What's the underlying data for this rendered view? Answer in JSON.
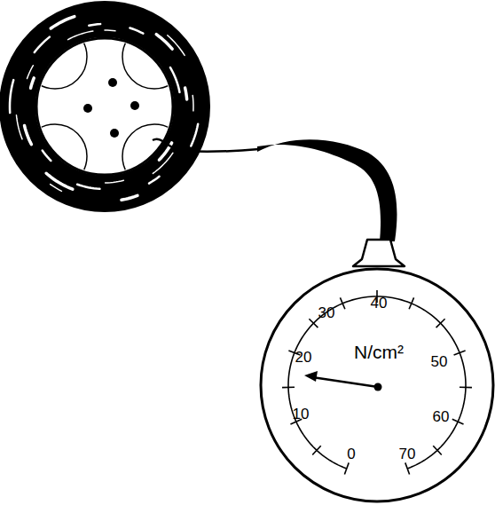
{
  "diagram": {
    "labels": [
      "30",
      "40",
      "N/cm²",
      "20",
      "50",
      "10",
      "60",
      "0",
      "70"
    ]
  }
}
